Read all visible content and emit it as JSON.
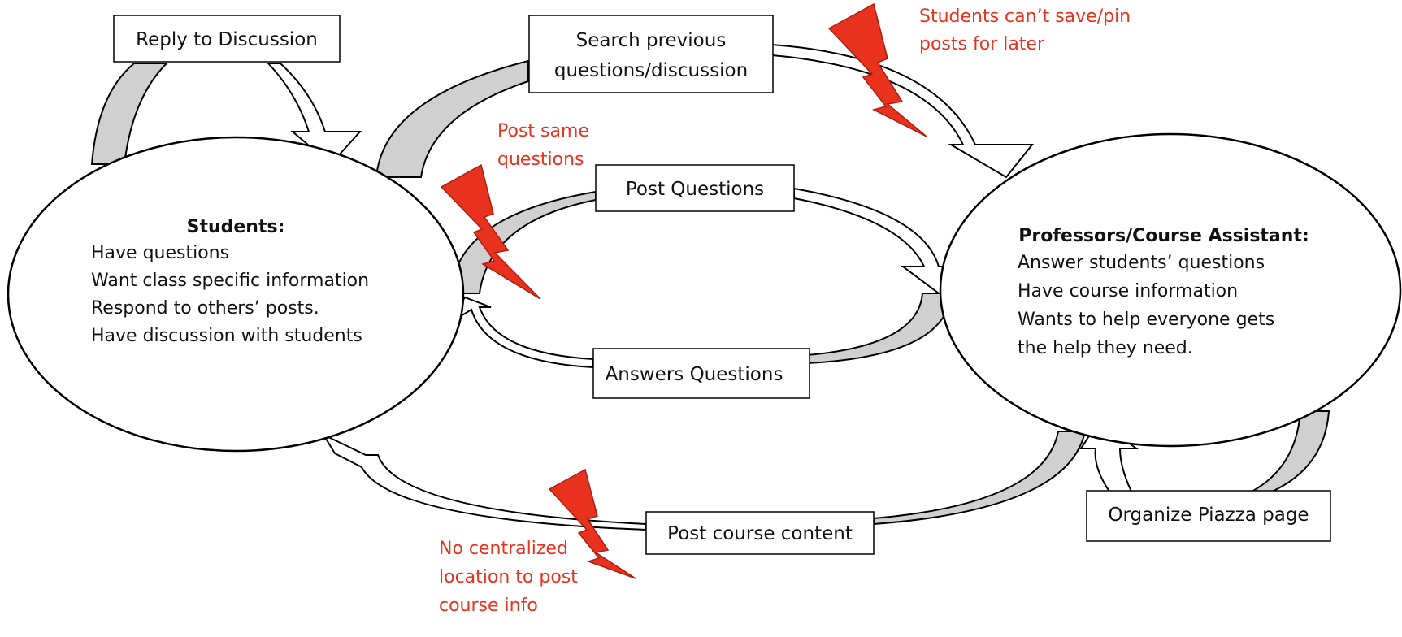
{
  "students": {
    "title": "Students:",
    "items": [
      "Have questions",
      "Want class specific information",
      "Respond to others’ posts.",
      "Have discussion with students"
    ]
  },
  "staff": {
    "title": "Professors/Course Assistant:",
    "items": [
      "Answer students’ questions",
      "Have course information",
      "Wants to help everyone gets",
      "the help they need."
    ]
  },
  "actions": {
    "reply_discussion": "Reply to Discussion",
    "search_previous": [
      "Search previous",
      "questions/discussion"
    ],
    "post_questions": "Post Questions",
    "answers_questions": "Answers Questions",
    "post_course_content": "Post course content",
    "organize_page": "Organize Piazza page"
  },
  "pain_points": {
    "save_pin": [
      "Students can’t save/pin",
      "posts for later"
    ],
    "same_questions": [
      "Post same",
      "questions"
    ],
    "no_central": [
      "No centralized",
      "location to post",
      "course info"
    ]
  },
  "colors": {
    "pain": "#e8321e",
    "arrow_fill": "#d0d0d0",
    "outline": "#000000"
  }
}
